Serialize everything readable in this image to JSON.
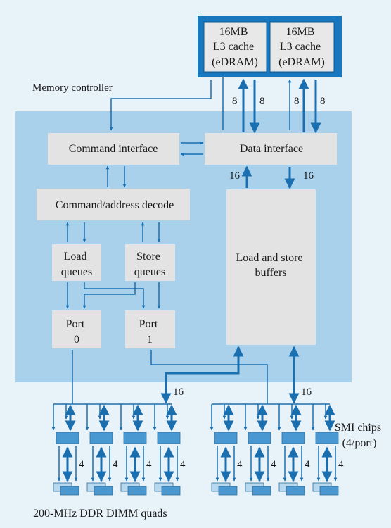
{
  "colors": {
    "page_bg": "#e8f2f9",
    "panel": "#a9d1ec",
    "box": "#e3e3e3",
    "cache_frame": "#1778bf",
    "cache_fill": "#e8e8e8",
    "arrow": "#1a6fb0",
    "chip_top": "#4a98d2",
    "chip_bottom": "#b8d8f0"
  },
  "labels": {
    "cache1": [
      "16MB",
      "L3 cache",
      "(eDRAM)"
    ],
    "cache2": [
      "16MB",
      "L3 cache",
      "(eDRAM)"
    ],
    "memory_controller": "Memory controller",
    "command_interface": "Command interface",
    "data_interface": "Data interface",
    "cmd_decode": "Command/address decode",
    "load_queues": [
      "Load",
      "queues"
    ],
    "store_queues": [
      "Store",
      "queues"
    ],
    "port0": [
      "Port",
      "0"
    ],
    "port1": [
      "Port",
      "1"
    ],
    "lsb": [
      "Load and store",
      "buffers"
    ],
    "smi_chips": [
      "SMI chips",
      "(4/port)"
    ],
    "dimm_quads": "200-MHz DDR DIMM quads",
    "w8": "8",
    "w16": "16",
    "w4": "4"
  }
}
